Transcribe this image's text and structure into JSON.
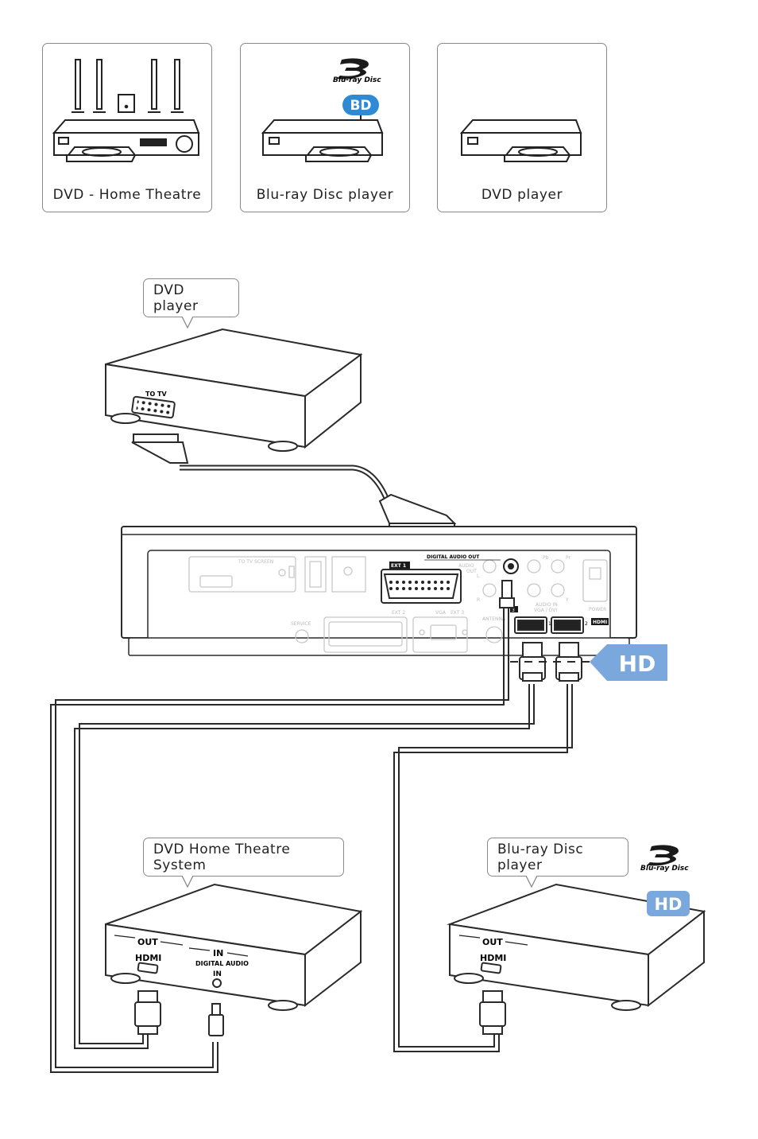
{
  "device_cards": [
    {
      "label": "DVD - Home Theatre",
      "icon": "home-theatre-icon"
    },
    {
      "label": "Blu-ray Disc player",
      "icon": "bluray-player-icon",
      "logo_text": "Blu-ray Disc",
      "badge": "BD"
    },
    {
      "label": "DVD player",
      "icon": "dvd-player-icon"
    }
  ],
  "callouts": {
    "top_dvd": "DVD player",
    "home_theatre": "DVD Home Theatre System",
    "bluray": "Blu-ray Disc player"
  },
  "bluray_logo_text": "Blu-ray Disc",
  "hd_badge": "HD",
  "dvd_device": {
    "port_label": "TO TV"
  },
  "tv_panel": {
    "to_tv_screen": "TO TV SCREEN",
    "ext1": "EXT 1",
    "ext2": "EXT 2",
    "ext3": "EXT 3",
    "vga": "VGA",
    "antenna": "ANTENNA",
    "digital_audio_out": "DIGITAL AUDIO OUT",
    "audio_out": "AUDIO",
    "out": "OUT",
    "audio_in": "AUDIO IN",
    "vga_sub": "VGA / DVI",
    "pb": "Pb",
    "pr": "Pr",
    "y": "Y",
    "l": "L",
    "r": "R",
    "hdmi": "HDMI",
    "hdmi_1": "1",
    "hdmi_2": "2",
    "power": "POWER",
    "service": "SERVICE",
    "port_3": "3"
  },
  "home_theatre_device": {
    "out": "OUT",
    "hdmi": "HDMI",
    "in": "IN",
    "digital_audio": "DIGITAL AUDIO",
    "digital_in": "IN"
  },
  "bluray_device": {
    "out": "OUT",
    "hdmi": "HDMI"
  },
  "colors": {
    "hd_badge": "#7aa7dc",
    "bd_badge": "#2f8ad6",
    "line": "#3a3a3a",
    "card_border": "#8a8a8a"
  }
}
